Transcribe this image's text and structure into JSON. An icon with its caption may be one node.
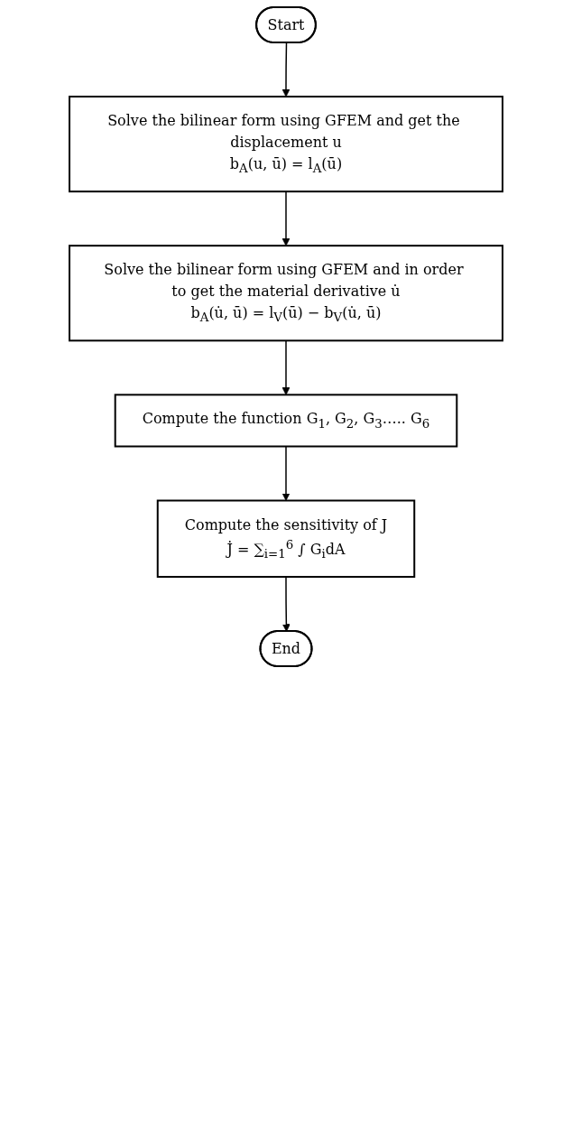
{
  "diagram": {
    "nodes": [
      {
        "text": [
          "Start"
        ]
      },
      {
        "text": [
          "Solve the bilinear form using GFEM and get the displacement u",
          "b$_{A}$(u, ū) = l$_{A}$(ū)"
        ]
      },
      {
        "text": [
          "Solve the bilinear form using GFEM and in order to get the material derivative u̇",
          "b$_{A}$(u̇, ū) = l$_{V}$(ū) − b$_{V}$(u̇, ū)"
        ]
      },
      {
        "text": [
          "Compute the function G$_{1}$, G$_{2}$, G$_{3}$….. G$_{6}$"
        ]
      },
      {
        "text": [
          "Compute the sensitivity of J",
          "J̇ = ∑$_{i=1}$$^{6}$ ∫ G$_{i}$dA"
        ]
      },
      {
        "text": [
          "End"
        ]
      }
    ],
    "edges": [
      {
        "from": 0,
        "to": 1,
        "arrow": "to"
      },
      {
        "from": 1,
        "to": 2,
        "arrow": "to"
      },
      {
        "from": 2,
        "to": 3,
        "arrow": "to"
      },
      {
        "from": 3,
        "to": 4,
        "arrow": "to"
      },
      {
        "from": 4,
        "to": 5,
        "arrow": "to"
      }
    ]
  }
}
